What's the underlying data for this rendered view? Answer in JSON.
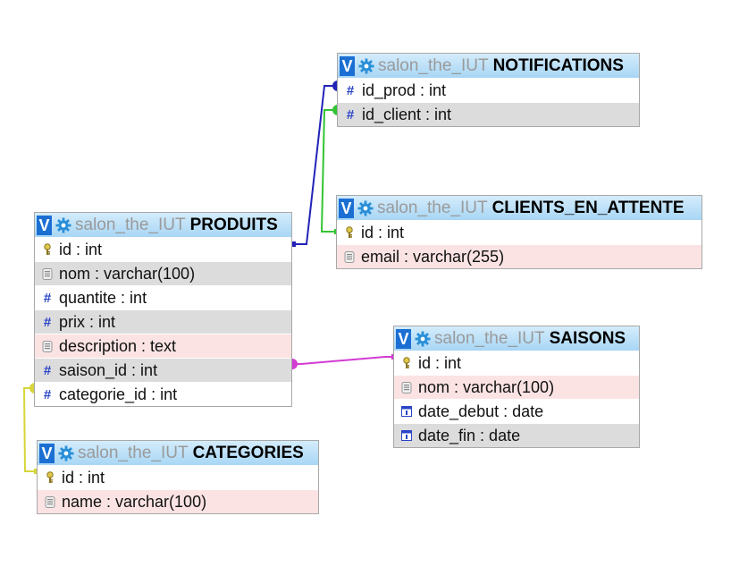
{
  "database": "salon_the_IUT",
  "toggle_label": "V",
  "colors": {
    "header_top": "#d4ecfb",
    "header_bottom": "#a8d6f5",
    "row_white": "#ffffff",
    "row_gray": "#dcdcdc",
    "row_pink": "#fbe3e3",
    "link_produits_notifications": "#2222b8",
    "link_produits_clients": "#33c433",
    "link_produits_saisons": "#d23cd2",
    "link_produits_categories": "#d6d63a"
  },
  "tables": {
    "notifications": {
      "name": "NOTIFICATIONS",
      "columns": [
        {
          "label": "id_prod : int",
          "icon": "hash-icon"
        },
        {
          "label": "id_client : int",
          "icon": "hash-icon"
        }
      ]
    },
    "clients_en_attente": {
      "name": "CLIENTS_EN_ATTENTE",
      "columns": [
        {
          "label": "id : int",
          "icon": "key-icon"
        },
        {
          "label": "email : varchar(255)",
          "icon": "text-icon"
        }
      ]
    },
    "produits": {
      "name": "PRODUITS",
      "columns": [
        {
          "label": "id : int",
          "icon": "key-icon"
        },
        {
          "label": "nom : varchar(100)",
          "icon": "text-icon"
        },
        {
          "label": "quantite : int",
          "icon": "hash-icon"
        },
        {
          "label": "prix : int",
          "icon": "hash-icon"
        },
        {
          "label": "description : text",
          "icon": "text-icon"
        },
        {
          "label": "saison_id : int",
          "icon": "hash-icon"
        },
        {
          "label": "categorie_id : int",
          "icon": "hash-icon"
        }
      ]
    },
    "saisons": {
      "name": "SAISONS",
      "columns": [
        {
          "label": "id : int",
          "icon": "key-icon"
        },
        {
          "label": "nom : varchar(100)",
          "icon": "text-icon"
        },
        {
          "label": "date_debut : date",
          "icon": "date-icon"
        },
        {
          "label": "date_fin : date",
          "icon": "date-icon"
        }
      ]
    },
    "categories": {
      "name": "CATEGORIES",
      "columns": [
        {
          "label": "id : int",
          "icon": "key-icon"
        },
        {
          "label": "name : varchar(100)",
          "icon": "text-icon"
        }
      ]
    }
  }
}
